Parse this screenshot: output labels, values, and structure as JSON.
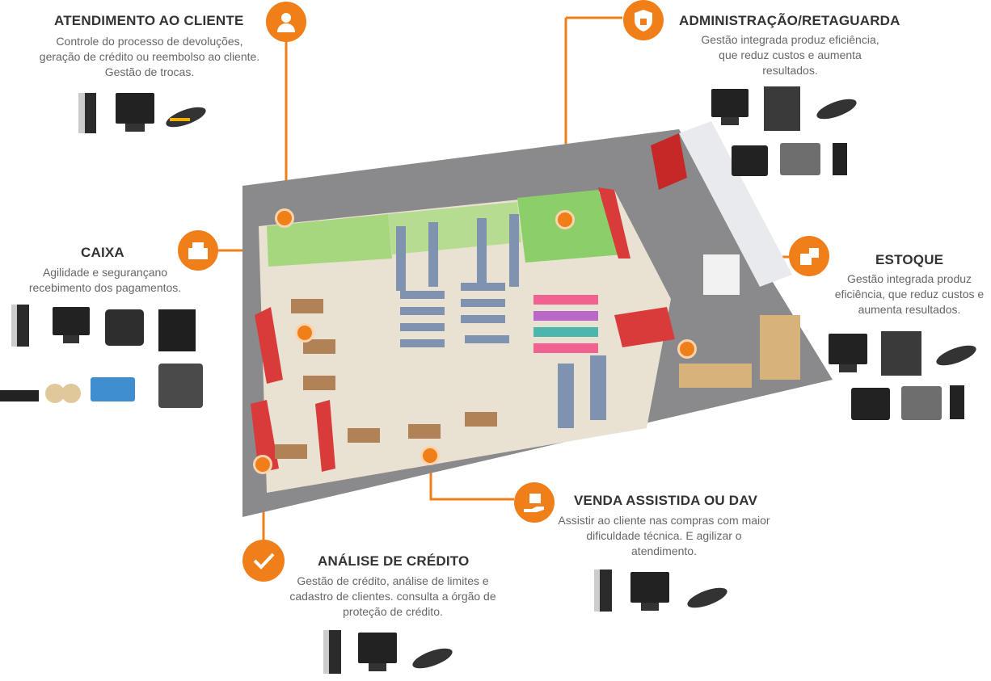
{
  "accent": "#f07f1a",
  "sections": {
    "atendimento": {
      "title": "ATENDIMENTO AO CLIENTE",
      "desc": [
        "Controle do processo de devoluções,",
        "geração de crédito ou reembolso ao cliente.",
        "Gestão de trocas."
      ],
      "icon": "user-headset-icon",
      "equipment": [
        "cpu-tower-icon",
        "touch-monitor-icon",
        "barcode-scanner-icon"
      ]
    },
    "administracao": {
      "title": "ADMINISTRAÇÃO/RETAGUARDA",
      "desc": [
        "Gestão integrada produz eficiência,",
        "que reduz custos e aumenta",
        "resultados."
      ],
      "icon": "lock-shield-icon",
      "equipment": [
        "touch-monitor-icon",
        "server-icon",
        "barcode-scanner-icon",
        "receipt-printer-icon",
        "label-printer-icon",
        "cpu-tower-icon"
      ]
    },
    "caixa": {
      "title": "CAIXA",
      "desc": [
        "Agilidade e segurançano",
        "recebimento dos pagamentos."
      ],
      "icon": "cash-register-icon",
      "equipment": [
        "cpu-tower-icon",
        "touch-monitor-icon",
        "receipt-printer-icon",
        "ups-icon",
        "cash-drawer-icon",
        "paper-rolls-icon",
        "card-terminal-icon",
        "scanner-platform-icon"
      ]
    },
    "estoque": {
      "title": "ESTOQUE",
      "desc": [
        "Gestão integrada produz",
        "eficiência, que reduz custos e",
        "aumenta resultados."
      ],
      "icon": "boxes-icon",
      "equipment": [
        "touch-monitor-icon",
        "server-icon",
        "barcode-scanner-icon",
        "receipt-printer-icon",
        "label-printer-icon",
        "cpu-tower-icon"
      ]
    },
    "venda": {
      "title": "VENDA ASSISTIDA OU DAV",
      "desc": [
        "Assistir ao cliente nas compras com maior",
        "dificuldade técnica. E agilizar o",
        "atendimento."
      ],
      "icon": "hand-box-icon",
      "equipment": [
        "cpu-tower-icon",
        "touch-monitor-icon",
        "barcode-scanner-icon"
      ]
    },
    "analise": {
      "title": "ANÁLISE DE CRÉDITO",
      "desc": [
        "Gestão de crédito, análise de limites e",
        "cadastro de clientes. consulta a órgão de",
        "proteção de crédito."
      ],
      "icon": "checkmark-icon",
      "equipment": [
        "cpu-tower-icon",
        "touch-monitor-icon",
        "barcode-scanner-icon"
      ]
    }
  },
  "store_image": "store-floorplan-illustration"
}
